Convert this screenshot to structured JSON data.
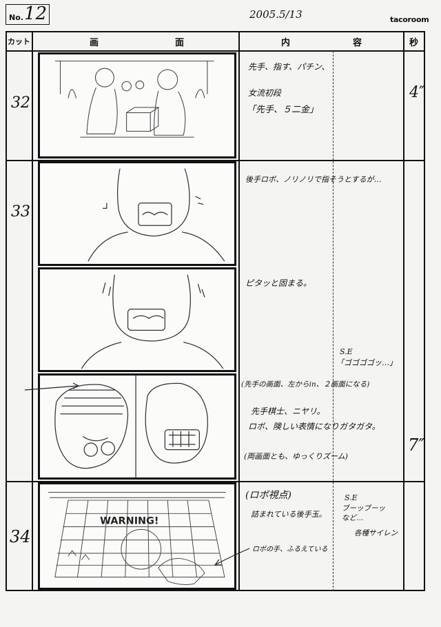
{
  "header": {
    "no_label": "No.",
    "no_value": "12",
    "date": "2005.5/13",
    "brand": "tacoroom"
  },
  "columns": {
    "cut": "カット",
    "screen_1": "画",
    "screen_2": "面",
    "content_1": "内",
    "content_2": "容",
    "seconds": "秒"
  },
  "cuts": [
    {
      "number": "32",
      "seconds": "4″",
      "lines": [
        "先手、指す、パチン、",
        "女流初段",
        "「先手、５二金」"
      ]
    },
    {
      "number": "33",
      "seconds": "",
      "lines": [
        "後手ロボ、ノリノリで指そうとするが…",
        "ピタッと固まる。"
      ]
    },
    {
      "number": "",
      "seconds": "7″",
      "se_lines": [
        "S.E",
        "「ゴゴゴゴッ…」"
      ],
      "lines": [
        "(先手の画面、左からin、２画面になる)",
        "先手棋士、ニヤリ。",
        "ロボ、険しい表情になりガタガタ。",
        "(両画面とも、ゆっくりズーム)"
      ]
    },
    {
      "number": "34",
      "seconds": "",
      "lines": [
        "(ロボ視点)",
        "詰まれている後手玉。",
        "ロボの手、ふるえている"
      ],
      "se_lines": [
        "S.E",
        "ブーッブーッ",
        "など…",
        "各種サイレン"
      ],
      "frame_text": "WARNING!"
    }
  ]
}
